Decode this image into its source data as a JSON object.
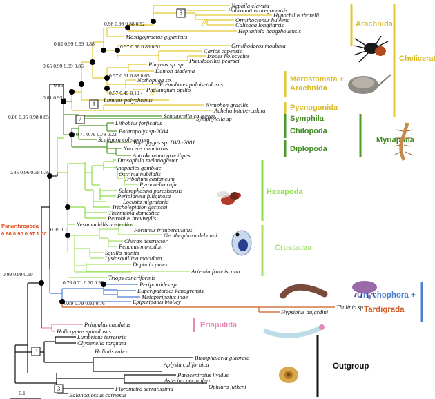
{
  "groups": {
    "arachnida": "Arachnida",
    "chelicerata": "Chelicerata",
    "merostomata_1": "Merostomata +",
    "merostomata_2": "Arachnida",
    "pycnogonida": "Pycnogonida",
    "symphila": "Symphila",
    "chilopoda": "Chilopoda",
    "diplopoda": "Diplopoda",
    "myriapoda": "Myriapoda",
    "hexapoda": "Hexapoda",
    "crustacea": "Crustacea",
    "onychophora": "Onychophora +",
    "tardigrada": "Tardigrada",
    "priapulida": "Priapulida",
    "outgroup": "Outgroup"
  },
  "panarthropoda": {
    "label": "Panarthropoda",
    "support": "0.86 0.90 0.97 1.00"
  },
  "scale": {
    "label": "0.1"
  },
  "box_numbers": {
    "b3a": "3",
    "b1": "1",
    "b2": "2",
    "b3b": "3",
    "b3c": "3"
  },
  "supports": {
    "s1": "0.98 0.98 0.88 0.92",
    "s2": "0.82 0.99 0.99 0.88",
    "s3": "0.97 0.98 0.89 0.91",
    "s4": "0.65 0.99 0.99 0.86",
    "s5": "0.57 0.61 0.88 0.65",
    "s6": "0.85 - - -",
    "s7": "0.57 0.49 0.19 -",
    "s8": "0.81 0.93 -",
    "s9": "0.86 0.95 0.98 0.85",
    "s10": "0.71 0.79 0.78 0.22",
    "s11": "0.85 0.96 0.98 0.85",
    "s12": "0.99 1 1 1",
    "s13": "0.99 0.99 0.99 -",
    "s14": "0.76 0.71 0.70 0.97",
    "s15": "0.69 0.79  0.93 0.76"
  },
  "taxa": {
    "t_nephila": "Nephila clavata",
    "t_habronattus": "Habronattus oregonensis",
    "t_hypochilus": "Hypochilus thorelli",
    "t_ornithoctonus": "Ornithoctonus huwena",
    "t_calisoga": "Calisoga longitarsis",
    "t_heptathela": "Heptathela hangzhouensis",
    "t_mastigoproctus": "Mastigoproctus giganteus",
    "t_ornithodoros": "Ornithodoros moubata",
    "t_carios": "Carios capensis",
    "t_ixodes": "Ixodes holocyclus",
    "t_pseudocellus": "Pseudocellus pearsei",
    "t_phrynus": "Phrynus sp. sp",
    "t_damon": "Damon diadema",
    "t_nothopuga": "Nothopuga sp.",
    "t_eremobates": "Eremobates palpisetulosus",
    "t_phalangium": "Phalangium opilio",
    "t_limulus": "Limulus polyphemus",
    "t_nymphon": "Nymphon gracilis",
    "t_achelia": "Achelia bituberculata",
    "t_scutigerella": "Scutigerella causeyae",
    "t_symphylella": "Symphylella sp",
    "t_lithobius": "Lithobius forficatus",
    "t_bothropolys": "Bothropolys sp-2004",
    "t_scutigera": "Scutigera coleoptrata",
    "t_thyropygus": "Thyropygus sp. DVL-2001",
    "t_narceus": "Narceus annularus",
    "t_antrokoreana": "Antrokoreana gracilipes",
    "t_drosophila": "Drosophila melanogaster",
    "t_anopheles": "Anopheles gambiae",
    "t_ostrinia": "Ostrinia nubilalis",
    "t_tribolium": "Tribolium castaneum",
    "t_pyrocoelia": "Pyrocoelia rufa",
    "t_sclerophasma": "Sclerophasma paresisensis",
    "t_periplaneta": "Periplaneta fuliginosa",
    "t_locusta": "Locusta migratoria",
    "t_tricholepidion": "Tricholepidion gertschi",
    "t_thermobia": "Thermobia domestica",
    "t_petrobius": "Petrobius brevistylis",
    "t_nesomachilis": "Nesomachilis australica",
    "t_portunus": "Portunus trituberculatus",
    "t_geothelphusa": "Geothelphusa dehaani",
    "t_cherax": "Cherax destructor",
    "t_penaeus": "Penaeus monodon",
    "t_squilla": "Squilla mantis",
    "t_lysiosquillina": "Lysiosquillina maculata",
    "t_daphnia": "Daphnia pulex",
    "t_artemia": "Artemia franciscana",
    "t_triops": "Triops cancriformis",
    "t_peripatoides": "Peripatoides sp",
    "t_euperipatoides": "Euperipatoides kanagrensis",
    "t_metaperipatus": "Metaperipatus inae",
    "t_epiperipatus": "Epiperipatus biolley",
    "t_thulinia": "Thulinia sp.",
    "t_hypsibius": "Hypsibius dujardini",
    "t_priapulus": "Priapulus caudatus",
    "t_halicryptus": "Halicryptus spinulosus",
    "t_lumbricus": "Lumbricus terrestris",
    "t_clymenella": "Clymenella torquata",
    "t_haliotis": "Haliotis rubra",
    "t_biomphalaria": "Biomphalaria glabrata",
    "t_aplysia": "Aplysia californica",
    "t_paracentrotus": "Paracentrotus lividus",
    "t_asterina": "Asterina pectinifera",
    "t_ophiura": "Ophiura lutkeni",
    "t_florometra": "Florometra serratissima",
    "t_balanoglossus": "Balanoglossus carnosus"
  },
  "colors": {
    "chelicerata": "#e3c832",
    "myriapoda": "#4d9a2a",
    "hexapoda": "#8fdc4a",
    "crustacea": "#a3e26a",
    "onychophora": "#4a7fd2",
    "tardigrada": "#cc5a22",
    "priapulida": "#e58ab8",
    "outgroup": "#111111"
  }
}
